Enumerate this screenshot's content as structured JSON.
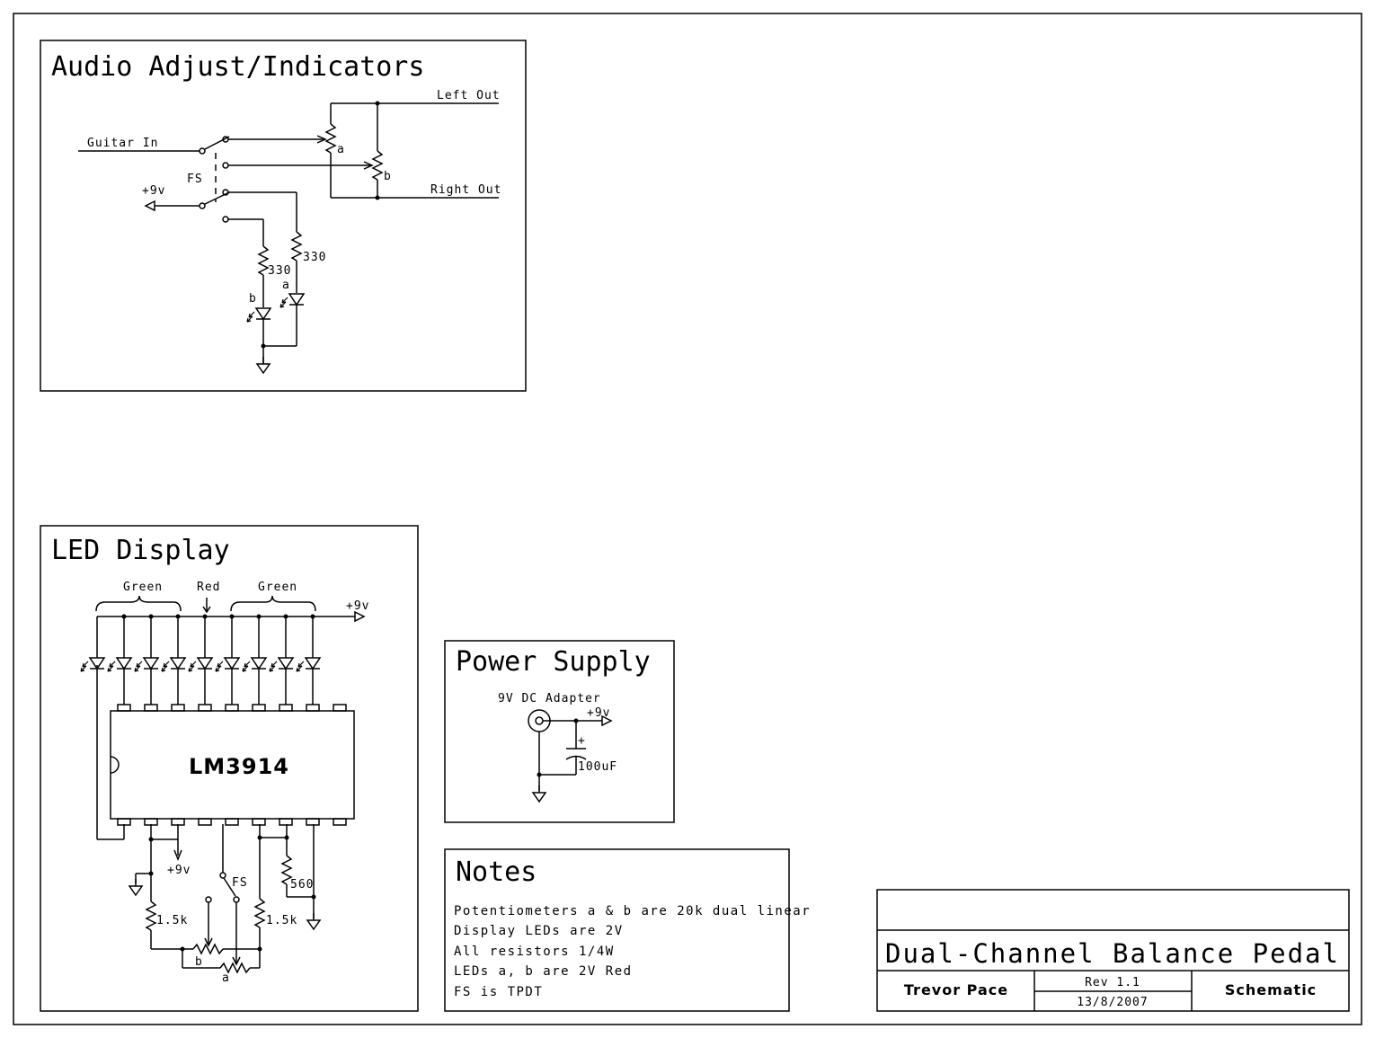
{
  "sections": {
    "audio": {
      "title": "Audio Adjust/Indicators",
      "left_out": "Left Out",
      "right_out": "Right Out",
      "guitar_in": "Guitar In",
      "fs": "FS",
      "supply": "+9v",
      "pot_a": "a",
      "pot_b": "b",
      "res1": "330",
      "res2": "330",
      "led_a": "a",
      "led_b": "b"
    },
    "led_display": {
      "title": "LED Display",
      "green_left": "Green",
      "red": "Red",
      "green_right": "Green",
      "supply_top": "+9v",
      "chip": "LM3914",
      "supply_bottom": "+9v",
      "fs": "FS",
      "res_left": "1.5k",
      "res_right": "1.5k",
      "res_560": "560",
      "pot_b": "b",
      "pot_a": "a"
    },
    "power": {
      "title": "Power Supply",
      "adapter": "9V DC Adapter",
      "supply": "+9v",
      "cap_value": "100uF",
      "cap_plus": "+"
    },
    "notes": {
      "title": "Notes",
      "lines": [
        "Potentiometers a & b are 20k dual linear",
        "Display LEDs are 2V",
        "All resistors 1/4W",
        "LEDs a, b are 2V Red",
        "FS is TPDT"
      ]
    }
  },
  "title_block": {
    "title": "Dual-Channel Balance Pedal",
    "author": "Trevor Pace",
    "revision": "Rev 1.1",
    "date": "13/8/2007",
    "doc_type": "Schematic"
  },
  "icons": [
    "ground-icon",
    "supply-arrow-icon",
    "resistor-icon",
    "led-icon",
    "potentiometer-icon",
    "capacitor-icon",
    "dc-jack-icon",
    "switch-icon"
  ]
}
